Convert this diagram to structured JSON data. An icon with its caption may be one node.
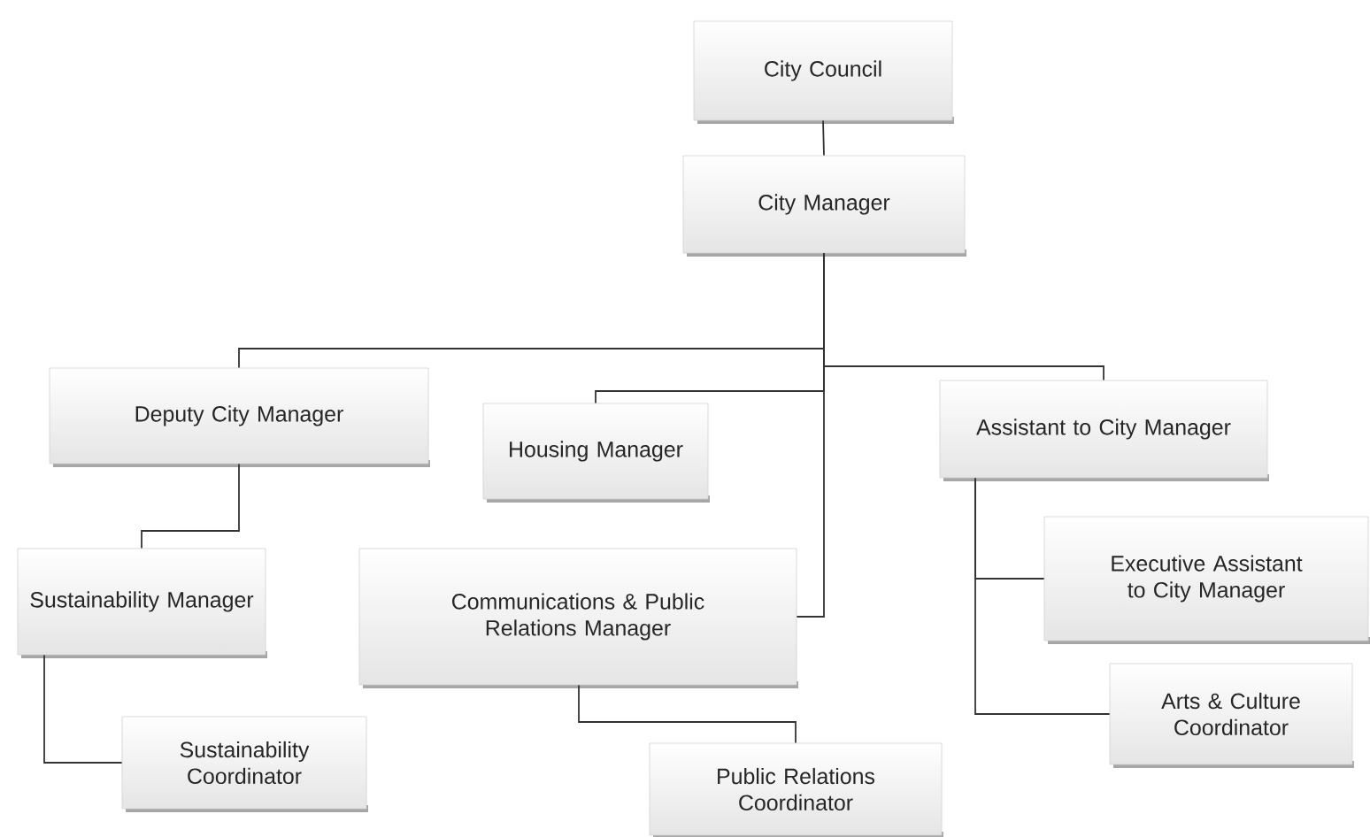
{
  "diagram": {
    "nodes": [
      {
        "text": [
          "City Council"
        ]
      },
      {
        "text": [
          "City Manager"
        ]
      },
      {
        "text": [
          "Deputy City Manager"
        ]
      },
      {
        "text": [
          "Housing Manager"
        ]
      },
      {
        "text": [
          "Assistant to City Manager"
        ]
      },
      {
        "text": [
          "Sustainability Manager"
        ]
      },
      {
        "text": [
          "Communications & Public Relations Manager"
        ]
      },
      {
        "text": [
          "Executive Assistant to City Manager"
        ]
      },
      {
        "text": [
          "Sustainability Coordinator"
        ]
      },
      {
        "text": [
          "Arts & Culture Coordinator"
        ]
      },
      {
        "text": [
          "Public Relations Coordinator"
        ]
      }
    ],
    "edges": [
      {
        "from": 0,
        "to": 1,
        "arrow": "none"
      },
      {
        "from": 1,
        "to": 2,
        "arrow": "none"
      },
      {
        "from": 1,
        "to": 3,
        "arrow": "none"
      },
      {
        "from": 1,
        "to": 4,
        "arrow": "none"
      },
      {
        "from": 1,
        "to": 6,
        "arrow": "none"
      },
      {
        "from": 2,
        "to": 5,
        "arrow": "none"
      },
      {
        "from": 4,
        "to": 7,
        "arrow": "none"
      },
      {
        "from": 4,
        "to": 9,
        "arrow": "none"
      },
      {
        "from": 5,
        "to": 8,
        "arrow": "none"
      },
      {
        "from": 6,
        "to": 10,
        "arrow": "none"
      }
    ]
  }
}
